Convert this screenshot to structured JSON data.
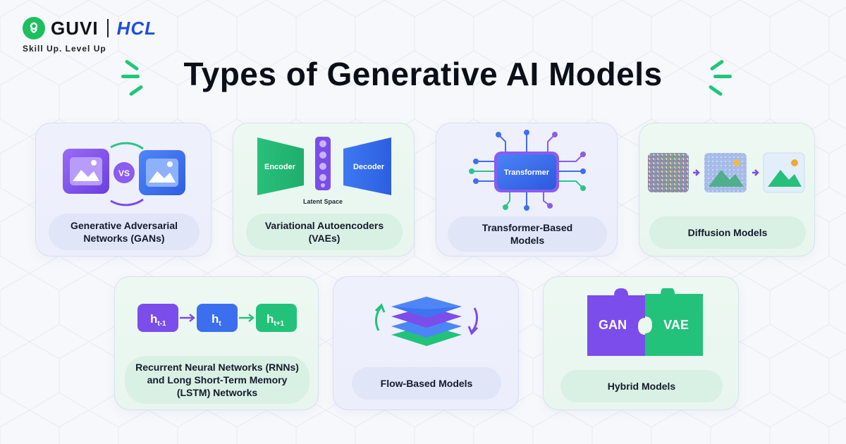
{
  "brand": {
    "guvi": "GUVI",
    "hcl": "HCL",
    "tagline": "Skill Up. Level Up"
  },
  "title": "Types of Generative AI Models",
  "cards": [
    {
      "id": "gans",
      "label": "Generative Adversarial\nNetworks (GANs)",
      "icon_text": "VS"
    },
    {
      "id": "vaes",
      "label": "Variational Autoencoders\n(VAEs)",
      "encoder": "Encoder",
      "decoder": "Decoder",
      "latent": "Latent Space"
    },
    {
      "id": "transformer",
      "label": "Transformer-Based\nModels",
      "chip": "Transformer"
    },
    {
      "id": "diffusion",
      "label": "Diffusion Models"
    },
    {
      "id": "rnn",
      "label": "Recurrent Neural Networks (RNNs)\nand Long Short-Term Memory\n(LSTM) Networks",
      "h_prev": "h",
      "h_prev_sub": "t-1",
      "h_cur": "h",
      "h_cur_sub": "t",
      "h_next": "h",
      "h_next_sub": "t+1"
    },
    {
      "id": "flow",
      "label": "Flow-Based Models"
    },
    {
      "id": "hybrid",
      "label": "Hybrid Models",
      "piece_a": "GAN",
      "piece_b": "VAE"
    }
  ],
  "colors": {
    "purple": "#7b4dea",
    "blue": "#3b6ff0",
    "green": "#22c27a",
    "title": "#0b0f19"
  }
}
